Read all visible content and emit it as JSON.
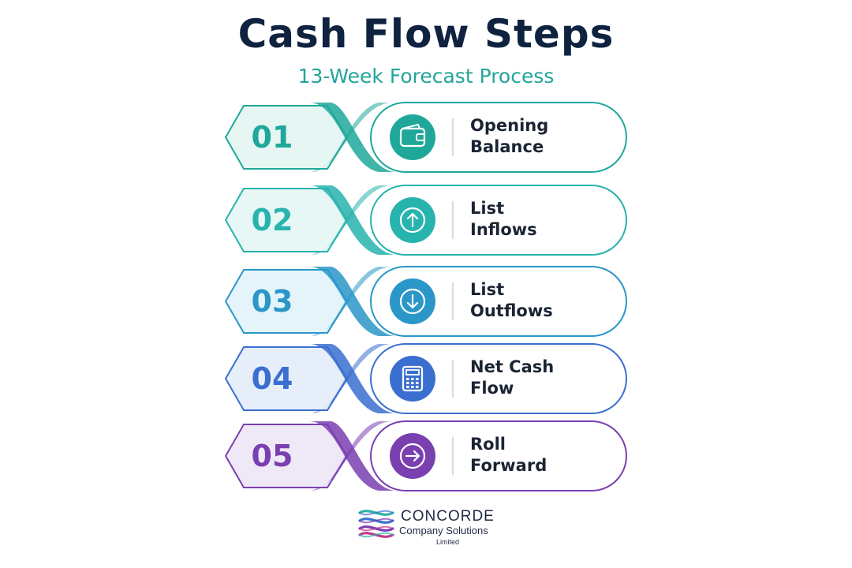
{
  "header": {
    "title": "Cash Flow Steps",
    "subtitle": "13-Week Forecast Process"
  },
  "steps": [
    {
      "number": "01",
      "line1": "Opening",
      "line2": "Balance",
      "icon": "wallet-icon",
      "color": "#1fa89a",
      "light": "#e6f6f3"
    },
    {
      "number": "02",
      "line1": "List",
      "line2": "Inflows",
      "icon": "arrow-up-circle-icon",
      "color": "#27b3ae",
      "light": "#e7f7f6"
    },
    {
      "number": "03",
      "line1": "List",
      "line2": "Outflows",
      "icon": "arrow-down-circle-icon",
      "color": "#2a97c8",
      "light": "#e5f4fa"
    },
    {
      "number": "04",
      "line1": "Net Cash",
      "line2": "Flow",
      "icon": "calculator-icon",
      "color": "#3a6fd0",
      "light": "#e6eefa"
    },
    {
      "number": "05",
      "line1": "Roll",
      "line2": "Forward",
      "icon": "arrow-right-circle-icon",
      "color": "#7a3fb0",
      "light": "#efe8f7"
    }
  ],
  "logo": {
    "name": "CONCORDE",
    "tagline": "Company Solutions",
    "suffix": "Limited",
    "colors": [
      "#2fb4a6",
      "#3a74cf",
      "#7a3fb0",
      "#c43a8a"
    ]
  }
}
